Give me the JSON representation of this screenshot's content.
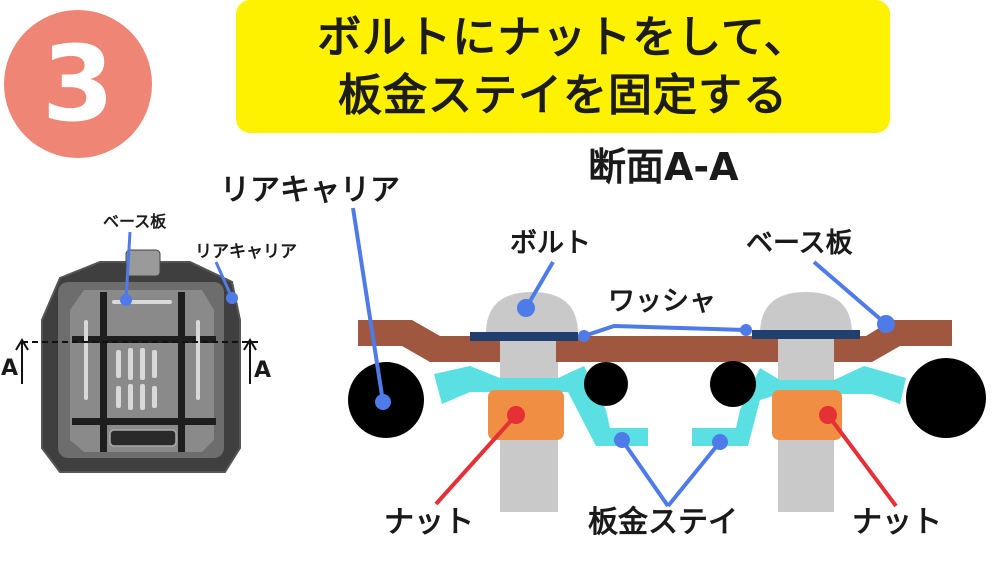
{
  "step_number": "3",
  "title": {
    "line1": "ボルトにナットをして、",
    "line2": "板金ステイを固定する"
  },
  "section_label": "断面A-A",
  "labels": {
    "rear_carrier": "リアキャリア",
    "bolt": "ボルト",
    "base_plate": "ベース板",
    "washer": "ワッシャ",
    "nut_left": "ナット",
    "sheet_metal_stay": "板金ステイ",
    "nut_right": "ナット"
  },
  "photo_labels": {
    "base_plate": "ベース板",
    "rear_carrier": "リアキャリア",
    "section_mark_left": "A",
    "section_mark_right": "A"
  },
  "colors": {
    "step_circle": "#ee8575",
    "title_bg": "#fff200",
    "base_plate": "#a0573f",
    "washer": "#1f3f6e",
    "sheet_metal_stay": "#5ae0e3",
    "nut": "#f08e44",
    "bolt": "#c9c9c9",
    "leader_blue": "#4f7be8",
    "leader_red": "#e53036",
    "carrier_tube": "#000000"
  }
}
